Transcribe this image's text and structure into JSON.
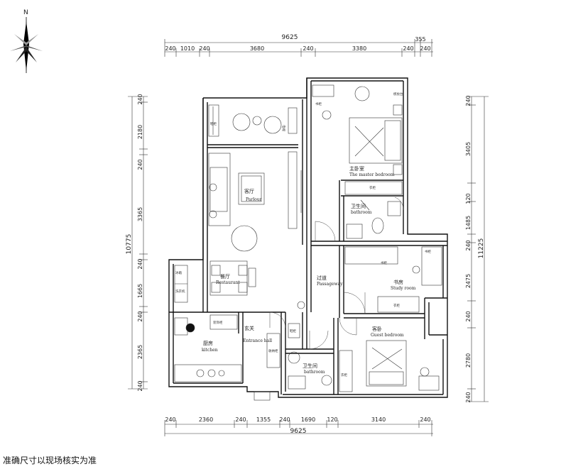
{
  "compass": {
    "north": "N"
  },
  "dims": {
    "top_total": "9625",
    "top_extra": "355",
    "top_segments": [
      "240",
      "1010",
      "240",
      "3680",
      "240",
      "3380",
      "240",
      "240"
    ],
    "bottom_total": "9625",
    "bottom_segments": [
      "240",
      "2360",
      "240",
      "1355",
      "240",
      "1690",
      "120",
      "3140",
      "240"
    ],
    "left_total": "10775",
    "left_segments": [
      "240",
      "2180",
      "240",
      "3365",
      "240",
      "1665",
      "240",
      "2365",
      "240"
    ],
    "right_total": "11225",
    "right_segments": [
      "240",
      "3405",
      "120",
      "1485",
      "240",
      "2475",
      "240",
      "2780",
      "240"
    ]
  },
  "rooms": {
    "master": {
      "cn": "主卧室",
      "en": "The master bedroom"
    },
    "bath1": {
      "cn": "卫生间",
      "en": "bathroom"
    },
    "parlour": {
      "cn": "客厅",
      "en": "Parlour"
    },
    "restaurant": {
      "cn": "餐厅",
      "en": "Restaurant"
    },
    "passage": {
      "cn": "过道",
      "en": "Passageway"
    },
    "study": {
      "cn": "书房",
      "en": "Study room"
    },
    "guest": {
      "cn": "客卧",
      "en": "Guest bedroom"
    },
    "kitchen": {
      "cn": "厨房",
      "en": "kitchen"
    },
    "entrance": {
      "cn": "玄关",
      "en": "Entrance hall"
    },
    "bath2": {
      "cn": "卫生间",
      "en": "bathroom"
    }
  },
  "labels": {
    "wardrobe": "衣柜",
    "bookcase": "书柜",
    "dressing": "梳妆台",
    "shoe_cabinet": "鞋柜",
    "tv": "电视",
    "fridge": "冰箱",
    "washer": "洗衣机",
    "sideboard": "装饰柜",
    "cabinet": "收纳柜",
    "shoe": "鞋柜"
  },
  "note": "准确尺寸以现场核实为准"
}
